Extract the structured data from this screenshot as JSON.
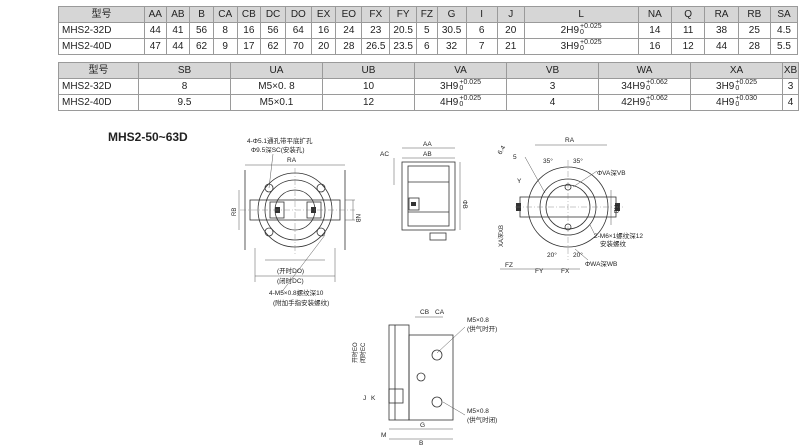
{
  "table1": {
    "headers": [
      "型号",
      "AA",
      "AB",
      "B",
      "CA",
      "CB",
      "DC",
      "DO",
      "EX",
      "EO",
      "FX",
      "FY",
      "FZ",
      "G",
      "I",
      "J",
      "L",
      "NA",
      "Q",
      "RA",
      "RB",
      "SA"
    ],
    "rows": [
      {
        "model": "MHS2-32D",
        "cells": [
          "44",
          "41",
          "56",
          "8",
          "16",
          "56",
          "64",
          "16",
          "24",
          "23",
          "20.5",
          "5",
          "30.5",
          "6",
          "20"
        ],
        "L": {
          "main": "2H9",
          "up": "+0.025",
          "low": "0"
        },
        "rest": [
          "14",
          "11",
          "38",
          "25",
          "4.5"
        ]
      },
      {
        "model": "MHS2-40D",
        "cells": [
          "47",
          "44",
          "62",
          "9",
          "17",
          "62",
          "70",
          "20",
          "28",
          "26.5",
          "23.5",
          "6",
          "32",
          "7",
          "21"
        ],
        "L": {
          "main": "3H9",
          "up": "+0.025",
          "low": "0"
        },
        "rest": [
          "16",
          "12",
          "44",
          "28",
          "5.5"
        ]
      }
    ]
  },
  "table2": {
    "headers": [
      "型号",
      "SB",
      "UA",
      "UB",
      "VA",
      "VB",
      "WA",
      "XA",
      "XB"
    ],
    "rows": [
      {
        "model": "MHS2-32D",
        "SB": "8",
        "UA": "M5×0. 8",
        "UB": "10",
        "VA": {
          "main": "3H9",
          "up": "+0.025",
          "low": "0"
        },
        "VB": "3",
        "WA": {
          "main": "34H9",
          "up": "+0.062",
          "low": "0"
        },
        "XA": {
          "main": "3H9",
          "up": "+0.025",
          "low": "0"
        },
        "XB": "3"
      },
      {
        "model": "MHS2-40D",
        "SB": "9.5",
        "UA": "M5×0.1",
        "UB": "12",
        "VA": {
          "main": "4H9",
          "up": "+0.025",
          "low": "0"
        },
        "VB": "4",
        "WA": {
          "main": "42H9",
          "up": "+0.062",
          "low": "0"
        },
        "XA": {
          "main": "4H9",
          "up": "+0.030",
          "low": "0"
        },
        "XB": "4"
      }
    ]
  },
  "section_title": "MHS2-50~63D",
  "drawing_labels": {
    "hole_note_1": "4-Φ5.1通孔带平底扩孔",
    "hole_note_2": "Φ9.5深SC(安装孔)",
    "ra": "RA",
    "rb": "RB",
    "nb": "NB",
    "open_do": "(开时DO)",
    "closed_dc": "(闭时DC)",
    "thread_note": "4-M5×0.8螺纹深10",
    "thread_note_2": "(附加手指安装螺纹)",
    "aa": "AA",
    "ab": "AB",
    "ac": "AC",
    "phi_b": "ΦB",
    "dim_64": "6.4",
    "dim_5": "5",
    "dim_35a": "35°",
    "dim_35b": "35°",
    "y": "Y",
    "phi_va": "ΦVA深VB",
    "xa_xb": "XA深XB",
    "rb2": "RB",
    "note_m6": "2-M6×1螺纹深12",
    "note_m6_2": "安装螺纹",
    "phi_wa": "ΦWA深WB",
    "dim_20a": "20°",
    "dim_20b": "20°",
    "fz": "FZ",
    "fy": "FY",
    "fx": "FX",
    "cb": "CB",
    "ca": "CA",
    "m5_top": "M5×0.8",
    "open_port": "(供气时开)",
    "open_eo": "开时EO",
    "closed_ec": "闭时EC",
    "j": "J",
    "k": "K",
    "m5_bot": "M5×0.8",
    "close_port": "(供气时闭)",
    "m": "M",
    "g": "G",
    "b": "B"
  }
}
